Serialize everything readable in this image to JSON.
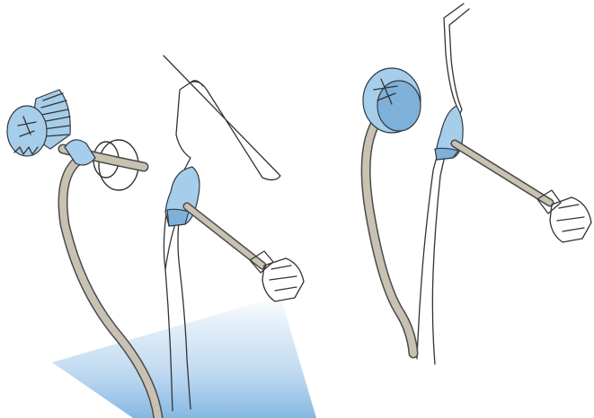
{
  "colors": {
    "part_blue": "#a6cdea",
    "part_blue_dark": "#7fb1d8",
    "cable_fill": "#c9c2b2",
    "cable_edge": "#4a4a4a",
    "line": "#333333",
    "light_beam": "#7fb3e0",
    "connector_fill": "#d9d6cf"
  },
  "figures": [
    {
      "id": "left",
      "state": "before-insertion"
    },
    {
      "id": "right",
      "state": "after-insertion"
    }
  ]
}
